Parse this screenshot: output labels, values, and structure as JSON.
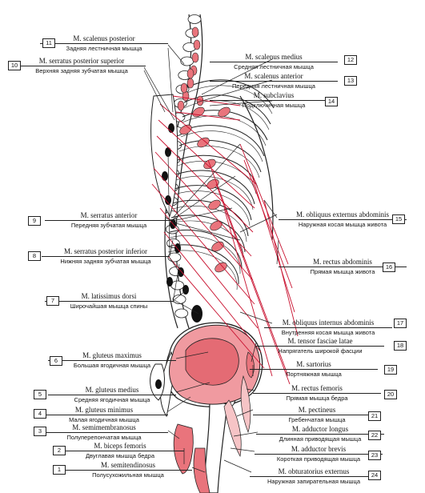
{
  "labels": [
    {
      "num": "1",
      "latin": "M. semitendinosus",
      "russian": "Полусухожильная мышца"
    },
    {
      "num": "2",
      "latin": "M. biceps femoris",
      "russian": "Двуглавая мышца бедра"
    },
    {
      "num": "3",
      "latin": "M. semimembranosus",
      "russian": "Полуперепончатая мышца"
    },
    {
      "num": "4",
      "latin": "M. gluteus minimus",
      "russian": "Малая ягодичная мышца"
    },
    {
      "num": "5",
      "latin": "M. gluteus medius",
      "russian": "Средняя ягодичная мышца"
    },
    {
      "num": "6",
      "latin": "M. gluteus maximus",
      "russian": "Большая ягодичная мышца"
    },
    {
      "num": "7",
      "latin": "M. latissimus dorsi",
      "russian": "Широчайшая мышца спины"
    },
    {
      "num": "8",
      "latin": "M. serratus posterior inferior",
      "russian": "Нижняя задняя зубчатая мышца"
    },
    {
      "num": "9",
      "latin": "M. serratus anterior",
      "russian": "Передняя зубчатая мышца"
    },
    {
      "num": "10",
      "latin": "M. serratus posterior superior",
      "russian": "Верхняя задняя зубчатая мышца"
    },
    {
      "num": "11",
      "latin": "M. scalenus posterior",
      "russian": "Задняя лестничная мышца"
    },
    {
      "num": "12",
      "latin": "M. scalenus medius",
      "russian": "Средняя лестничная мышца"
    },
    {
      "num": "13",
      "latin": "M. scalenus anterior",
      "russian": "Передняя лестничная мышца"
    },
    {
      "num": "14",
      "latin": "M. subclavius",
      "russian": "Подключичная мышца"
    },
    {
      "num": "15",
      "latin": "M. obliquus externus abdominis",
      "russian": "Наружная косая мышца живота"
    },
    {
      "num": "16",
      "latin": "M. rectus abdominis",
      "russian": "Прямая мышца живота"
    },
    {
      "num": "17",
      "latin": "M. obliquus internus abdominis",
      "russian": "Внутренняя косая мышца живота"
    },
    {
      "num": "18",
      "latin": "M. tensor fasciae latae",
      "russian": "Напрягатель широкой фасции"
    },
    {
      "num": "19",
      "latin": "M. sartorius",
      "russian": "Портняжная мышца"
    },
    {
      "num": "20",
      "latin": "M. rectus femoris",
      "russian": "Прямая мышца бедра"
    },
    {
      "num": "21",
      "latin": "M. pectineus",
      "russian": "Гребенчатая мышца"
    },
    {
      "num": "22",
      "latin": "M. adductor longus",
      "russian": "Длинная приводящая мышца"
    },
    {
      "num": "23",
      "latin": "M. adductor brevis",
      "russian": "Короткая приводящая мышца"
    },
    {
      "num": "24",
      "latin": "M. obturatorius externus",
      "russian": "Наружная запирательная мышца"
    }
  ],
  "colors": {
    "muscle": "#e9747c",
    "muscle_light": "#f6c4c6",
    "line": "#c8102e",
    "ink": "#222222"
  }
}
